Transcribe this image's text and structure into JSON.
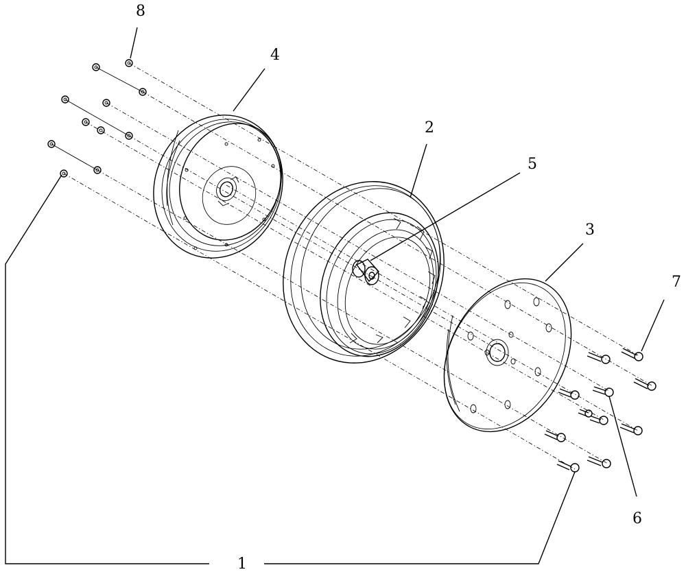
{
  "callouts": {
    "c1": "1",
    "c2": "2",
    "c3": "3",
    "c4": "4",
    "c5": "5",
    "c6": "6",
    "c7": "7",
    "c8": "8"
  },
  "colors": {
    "line": "#000000",
    "background": "#ffffff",
    "fill": "#ffffff"
  }
}
